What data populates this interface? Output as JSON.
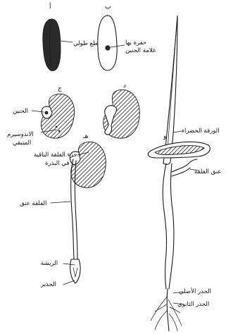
{
  "figure": {
    "stage_marks": [
      "أ",
      "ب",
      "ج",
      "د",
      "هـ",
      "و"
    ],
    "labels": {
      "seed_length": "مقطع طولي",
      "embryo_hole": "حفرة بها\nعلامة الجنين",
      "embryo": "الجنين",
      "endosperm": "الاندوسبرم\nالمتبقي",
      "cotyledon_remaining": "جزء الفلقة الباقية\nفي البذرة",
      "cotyledon_sheath": "الفلقة عنق",
      "plumule": "الريشة",
      "radicle": "الجذير",
      "green_leaf": "الورقة الخضراء",
      "cotyledon_neck": "عنق الفلقة",
      "primary_root": "الجذر الأصلي",
      "secondary_root": "الجذر الثانوي"
    }
  }
}
